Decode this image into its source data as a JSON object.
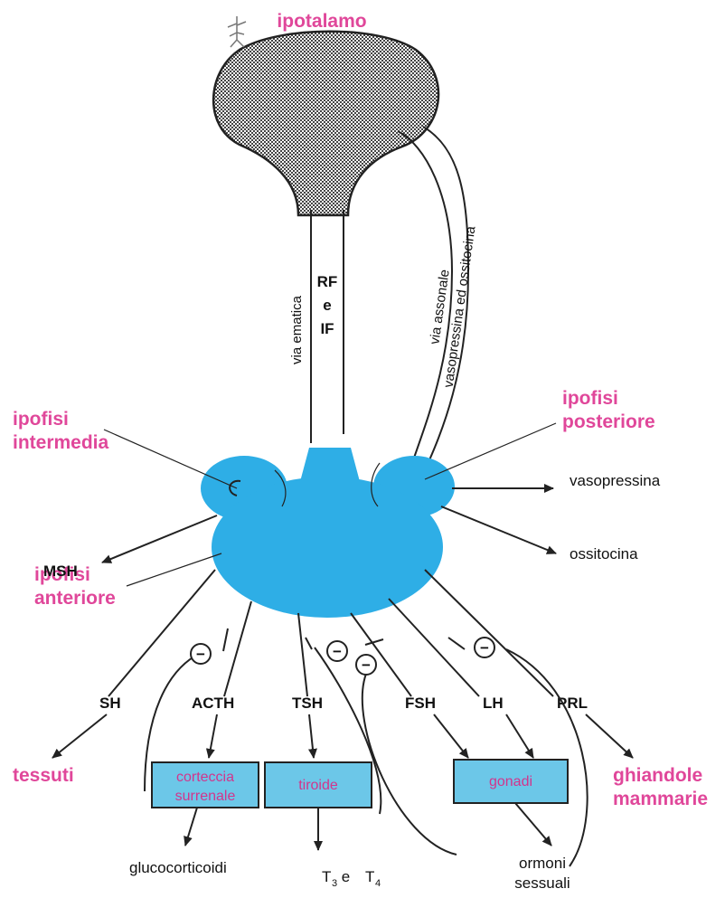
{
  "labels": {
    "ipotalamo": "ipotalamo",
    "via_ematica": "via ematica",
    "rf": "RF",
    "e": "e",
    "if": "IF",
    "via_assonale": "via assonale",
    "vasopressina_ossitocina_path": "vasopressina  ed ossitocina",
    "ipofisi_intermedia_1": "ipofisi",
    "ipofisi_intermedia_2": "intermedia",
    "ipofisi_posteriore_1": "ipofisi",
    "ipofisi_posteriore_2": "posteriore",
    "ipofisi_anteriore_1": "ipofisi",
    "ipofisi_anteriore_2": "anteriore",
    "vasopressina": "vasopressina",
    "ossitocina": "ossitocina",
    "msh": "MSH",
    "sh": "SH",
    "acth": "ACTH",
    "tsh": "TSH",
    "fsh": "FSH",
    "lh": "LH",
    "prl": "PRL",
    "tessuti": "tessuti",
    "ghiandole_1": "ghiandole",
    "ghiandole_2": "mammarie",
    "corteccia_1": "corteccia",
    "corteccia_2": "surrenale",
    "tiroide": "tiroide",
    "gonadi": "gonadi",
    "glucocorticoidi": "glucocorticoidi",
    "t3": "T",
    "t3_sub": "3",
    "t3_e": " e ",
    "t4": "T",
    "t4_sub": "4",
    "ormoni_1": "ormoni",
    "ormoni_2": "sessuali",
    "minus": "−"
  },
  "colors": {
    "pituitary": "#2eaee6",
    "box_fill": "#6cc7e8",
    "label_pink": "#e0479a",
    "hypothalamus_fill": "#9a9a9a"
  }
}
